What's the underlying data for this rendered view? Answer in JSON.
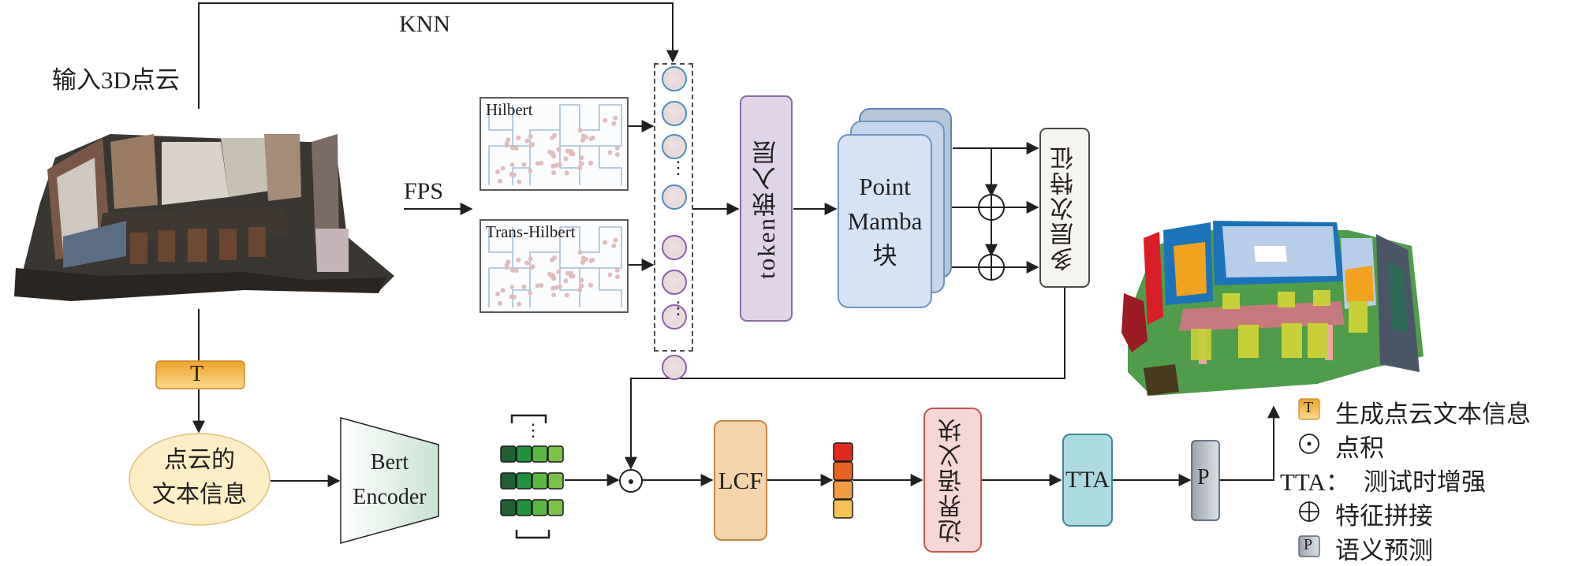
{
  "title": "Point Mamba based 3D point cloud semantic segmentation pipeline",
  "input": {
    "label": "输入3D点云",
    "image_icon": "rgb-point-cloud-scene"
  },
  "top_path": {
    "label": "KNN"
  },
  "fps": {
    "label": "FPS"
  },
  "serialization": {
    "hilbert_label": "Hilbert",
    "trans_hilbert_label": "Trans-Hilbert",
    "ellipsis": "⋮"
  },
  "token_layer": {
    "label": "token嵌入层"
  },
  "mamba": {
    "line1": "Point",
    "line2": "Mamba",
    "line3": "块"
  },
  "multi_level": {
    "label": "多层次特征"
  },
  "text_branch": {
    "t_label": "T",
    "text_info_line1": "点云的",
    "text_info_line2": "文本信息",
    "bert_line1": "Bert",
    "bert_line2": "Encoder",
    "ellipsis": "⋮"
  },
  "lcf": {
    "label": "LCF"
  },
  "boundary": {
    "label": "边界语义块"
  },
  "tta": {
    "label": "TTA"
  },
  "predict": {
    "label": "P"
  },
  "output": {
    "image_icon": "segmented-point-cloud-scene"
  },
  "legend": {
    "items": [
      {
        "symbol": "T",
        "text": "生成点云文本信息"
      },
      {
        "symbol": "⊙",
        "text": "点积"
      },
      {
        "symbol": "TTA：",
        "text": "测试时增强"
      },
      {
        "symbol": "⊕",
        "text": "特征拼接"
      },
      {
        "symbol": "P",
        "text": "语义预测"
      }
    ]
  },
  "colors": {
    "token_fill": "#e0d5e8",
    "token_border": "#8a6aa0",
    "mamba_front": "#d5e3f5",
    "mamba_mid": "#c4d5ec",
    "mamba_back": "#b5c6db",
    "mamba_border": "#5f86b5",
    "multi_fill": "#f6f4ee",
    "t_fill": "#f2b54a",
    "ellipse_fill": "#fcefc5",
    "lcf_fill": "#f5d4a9",
    "boundary_fill": "#f7d7d5",
    "tta_fill": "#abdbe1",
    "p_fill": "#b6bec8",
    "green_dark": "#1f5f33",
    "green_mid": "#23913e",
    "green_light": "#5cb845",
    "green_lighter": "#7bc04a",
    "bar_colors": [
      "#e02a1f",
      "#e76124",
      "#f19b45",
      "#f5c355"
    ]
  }
}
